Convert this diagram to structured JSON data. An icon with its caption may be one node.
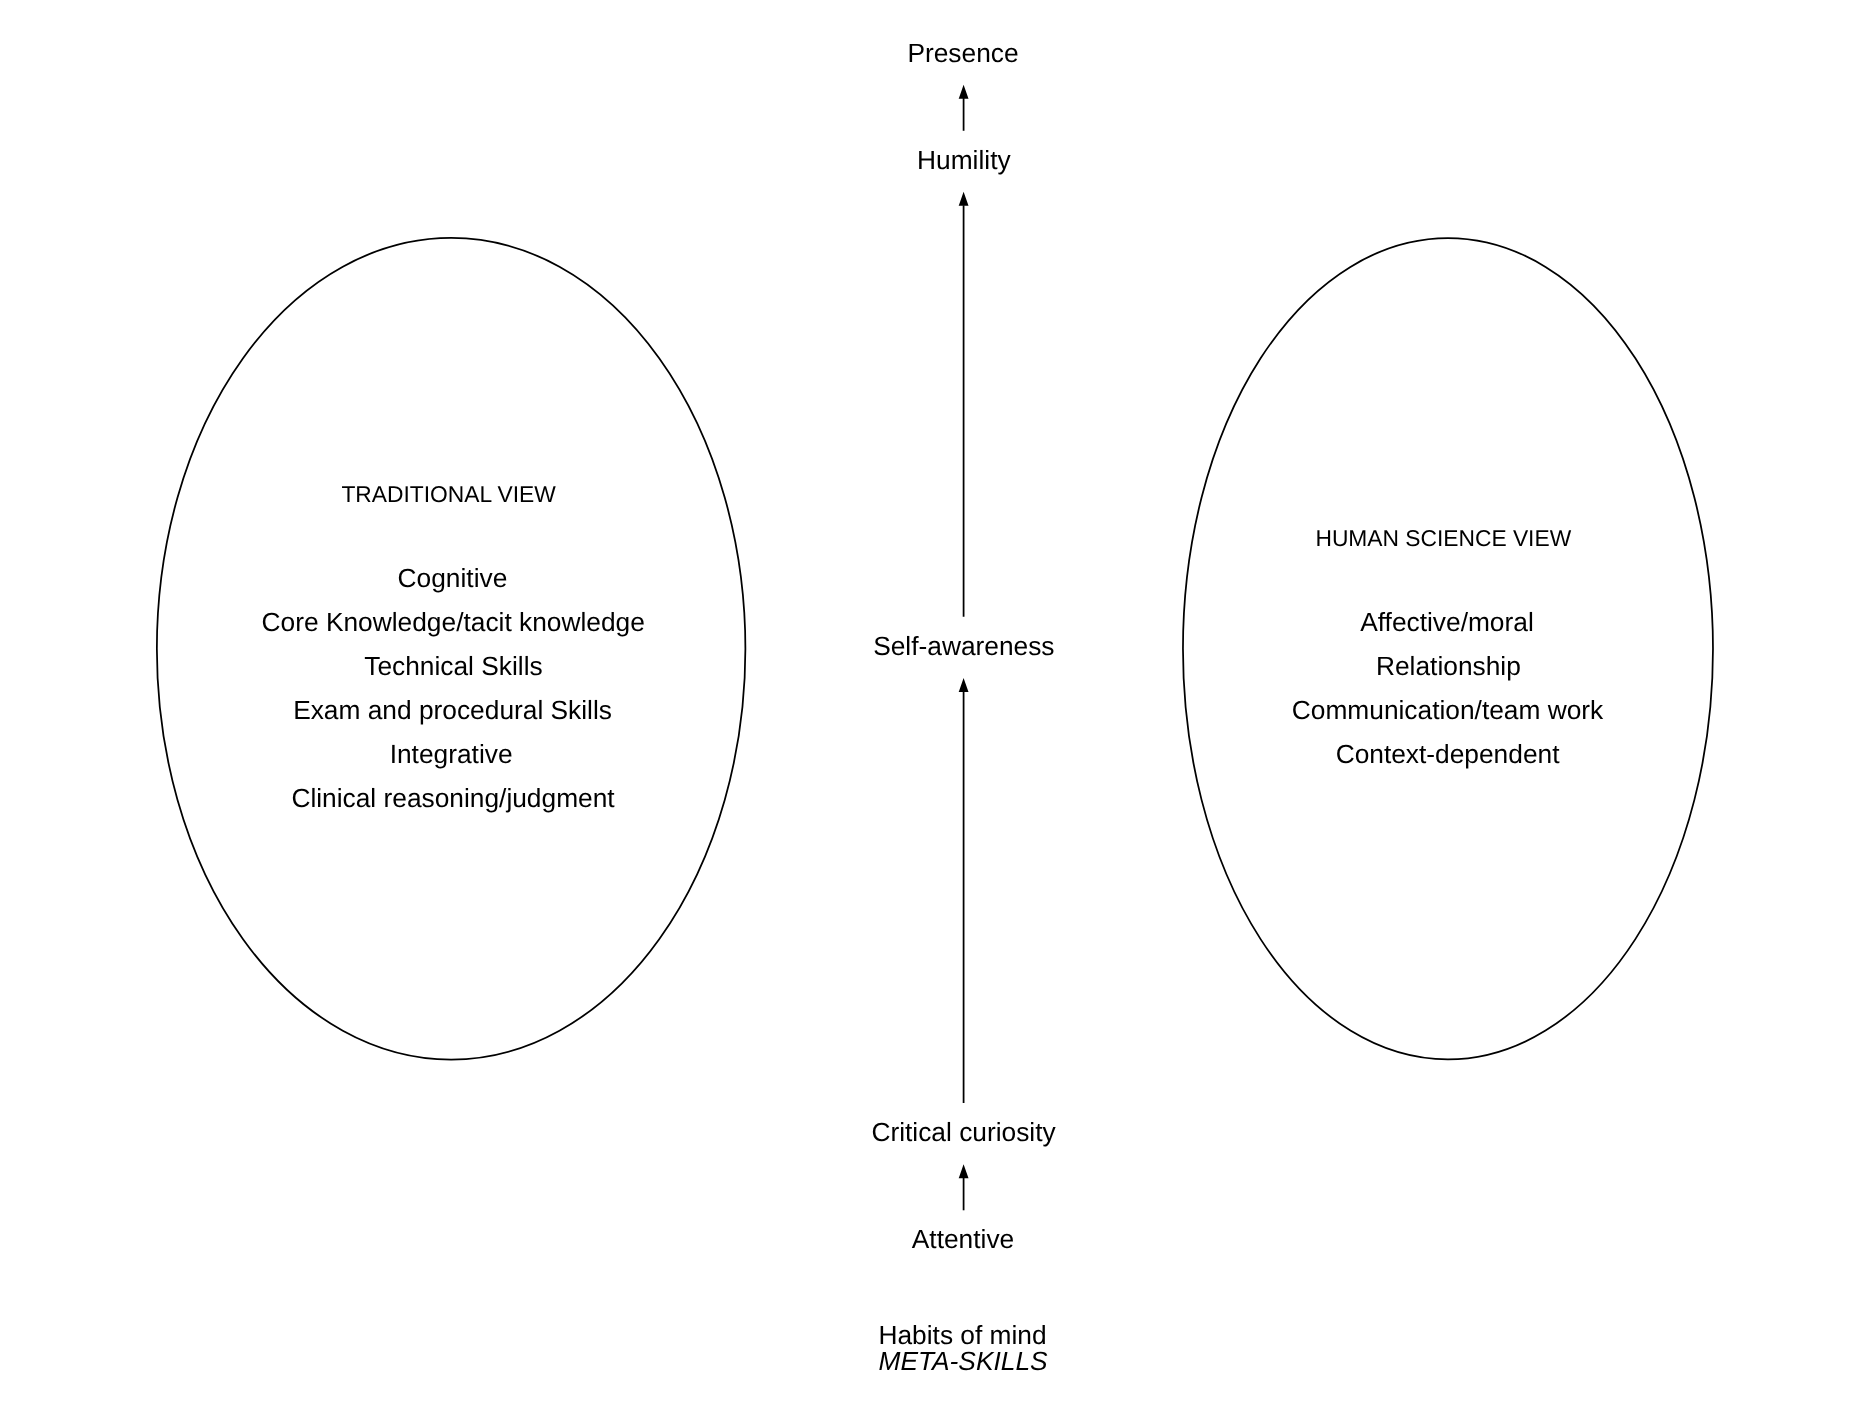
{
  "diagram": {
    "nodes": [
      {
        "text": [
          "TRADITIONAL VIEW",
          "Cognitive",
          "Core Knowledge/tacit knowledge",
          "Technical Skills",
          "Exam and procedural Skills",
          "Integrative",
          "Clinical reasoning/judgment"
        ]
      },
      {
        "text": [
          "HUMAN SCIENCE VIEW",
          "Affective/moral",
          "Relationship",
          "Communication/team work",
          "Context-dependent"
        ]
      },
      {
        "text": [
          "Presence"
        ]
      },
      {
        "text": [
          "Humility"
        ]
      },
      {
        "text": [
          "Self-awareness"
        ]
      },
      {
        "text": [
          "Critical curiosity"
        ]
      },
      {
        "text": [
          "Attentive"
        ]
      }
    ],
    "edges": [
      {
        "from": 6,
        "to": 5,
        "arrow": "to"
      },
      {
        "from": 5,
        "to": 4,
        "arrow": "to"
      },
      {
        "from": 4,
        "to": 3,
        "arrow": "to"
      },
      {
        "from": 3,
        "to": 2,
        "arrow": "to"
      }
    ],
    "labels": [
      "Habits of mind",
      "META-SKILLS"
    ]
  }
}
